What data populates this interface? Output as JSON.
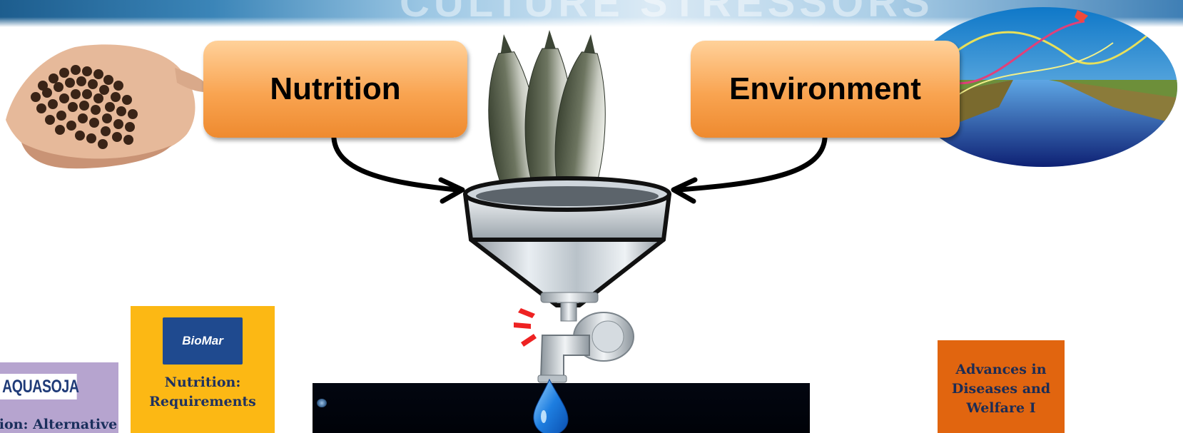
{
  "banner": {
    "text": "CULTURE STRESSORS"
  },
  "diagram": {
    "nutrition_label": "Nutrition",
    "environment_label": "Environment"
  },
  "cards": {
    "biomar": {
      "logo_text": "BioMar",
      "title_line1": "Nutrition:",
      "title_line2": "Requirements"
    },
    "aquasoja": {
      "logo_text": "AQUASOJA",
      "title": "tion: Alternative"
    },
    "diseases": {
      "title_line1": "Advances in",
      "title_line2": "Diseases and",
      "title_line3": "Welfare I"
    }
  },
  "colors": {
    "box_orange": "#f9a451",
    "biomar_card": "#fcb814",
    "aquasoja_card": "#b6a4cf",
    "diseases_card": "#e1650f",
    "text_navy": "#1a2f5c"
  },
  "icons": [
    "feed-pellets-hand-icon",
    "fish-icon",
    "funnel-icon",
    "tap-icon",
    "water-drop-icon",
    "river-landscape-icon",
    "arrow-icon"
  ]
}
